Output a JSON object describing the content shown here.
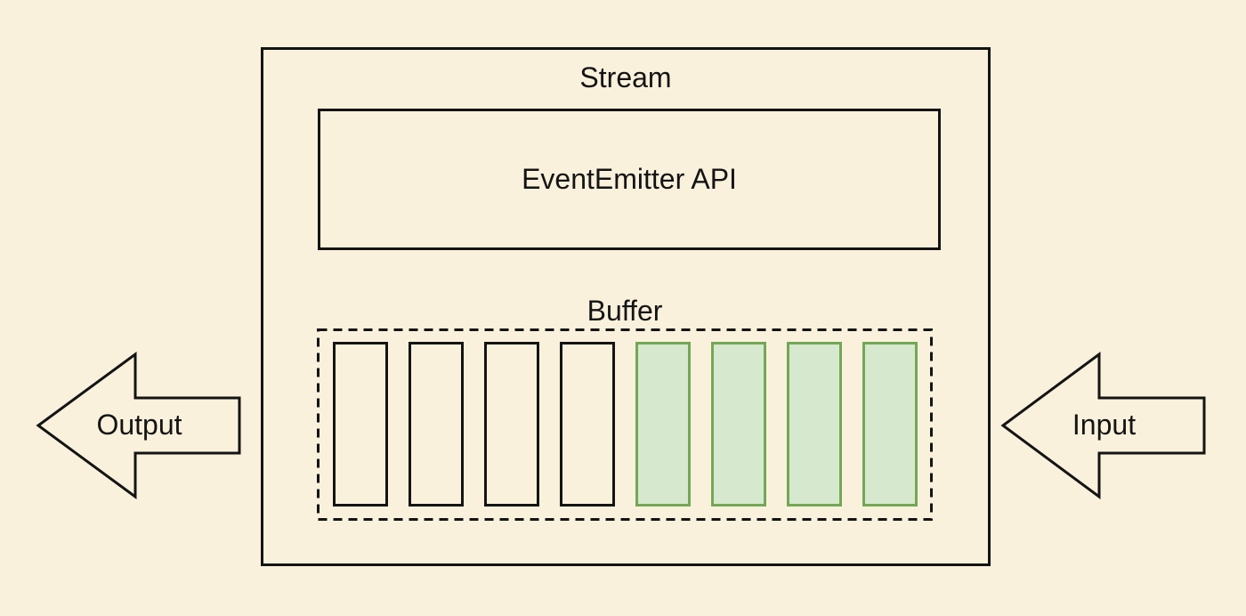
{
  "diagram": {
    "title": "Stream",
    "event_emitter": {
      "label": "EventEmitter API"
    },
    "buffer": {
      "label": "Buffer",
      "slots": [
        {
          "state": "empty"
        },
        {
          "state": "empty"
        },
        {
          "state": "empty"
        },
        {
          "state": "empty"
        },
        {
          "state": "filled"
        },
        {
          "state": "filled"
        },
        {
          "state": "filled"
        },
        {
          "state": "filled"
        }
      ]
    },
    "arrows": {
      "output": {
        "label": "Output",
        "direction": "left"
      },
      "input": {
        "label": "Input",
        "direction": "left"
      }
    },
    "colors": {
      "background": "#FAF1DC",
      "line": "#141414",
      "slot_filled_fill": "#D6E8CE",
      "slot_filled_border": "#73A756"
    }
  }
}
